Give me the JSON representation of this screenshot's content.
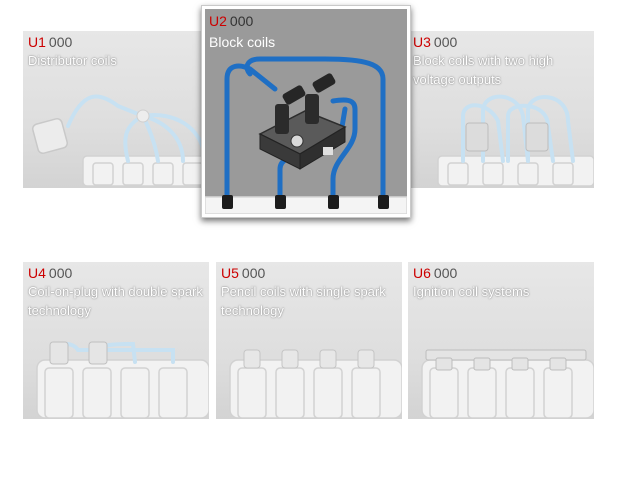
{
  "tiles": [
    {
      "code": "U1",
      "count": "000",
      "title": "Distributor coils"
    },
    {
      "code": "U3",
      "count": "000",
      "title": "Block coils with two high voltage outputs"
    },
    {
      "code": "U4",
      "count": "000",
      "title": "Coil-on-plug with double spark technology"
    },
    {
      "code": "U5",
      "count": "000",
      "title": "Pencil coils with single spark technology"
    },
    {
      "code": "U6",
      "count": "000",
      "title": "Ignition coil systems"
    }
  ],
  "popup": {
    "code": "U2",
    "count": "000",
    "title": "Block coils"
  },
  "colors": {
    "code_red": "#cc0000",
    "cable_blue": "#1f6fc4",
    "cable_light": "#c7e1f2"
  },
  "icons": {
    "U1": "distributor-coil-engine-icon",
    "U2": "block-coil-engine-icon",
    "U3": "block-coil-two-outputs-engine-icon",
    "U4": "coil-on-plug-engine-icon",
    "U5": "pencil-coil-engine-icon",
    "U6": "ignition-coil-rail-engine-icon"
  }
}
